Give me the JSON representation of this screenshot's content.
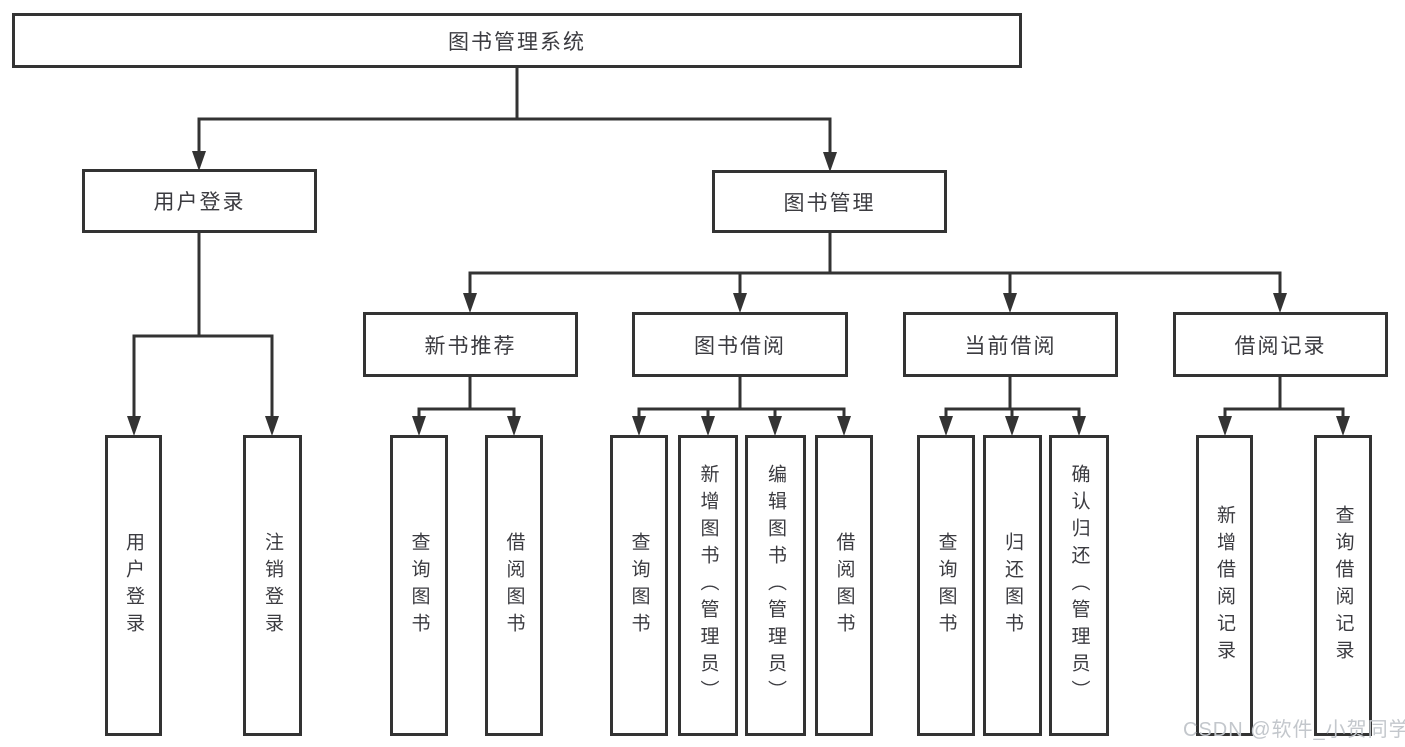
{
  "diagram": {
    "root": {
      "label": "图书管理系统"
    },
    "branches": [
      {
        "label": "用户登录",
        "children": [
          {
            "label": "用户登录"
          },
          {
            "label": "注销登录"
          }
        ]
      },
      {
        "label": "图书管理",
        "children": [
          {
            "label": "新书推荐",
            "children": [
              {
                "label": "查询图书"
              },
              {
                "label": "借阅图书"
              }
            ]
          },
          {
            "label": "图书借阅",
            "children": [
              {
                "label": "查询图书"
              },
              {
                "label": "新增图书（管理员）"
              },
              {
                "label": "编辑图书（管理员）"
              },
              {
                "label": "借阅图书"
              }
            ]
          },
          {
            "label": "当前借阅",
            "children": [
              {
                "label": "查询图书"
              },
              {
                "label": "归还图书"
              },
              {
                "label": "确认归还（管理员）"
              }
            ]
          },
          {
            "label": "借阅记录",
            "children": [
              {
                "label": "新增借阅记录"
              },
              {
                "label": "查询借阅记录"
              }
            ]
          }
        ]
      }
    ]
  },
  "watermark": {
    "text": "CSDN @软件_小贺同学"
  },
  "colors": {
    "line": "#333333",
    "box_border": "#333333",
    "text": "#3b3b40",
    "background": "#ffffff",
    "watermark": "#c3c7cc"
  }
}
